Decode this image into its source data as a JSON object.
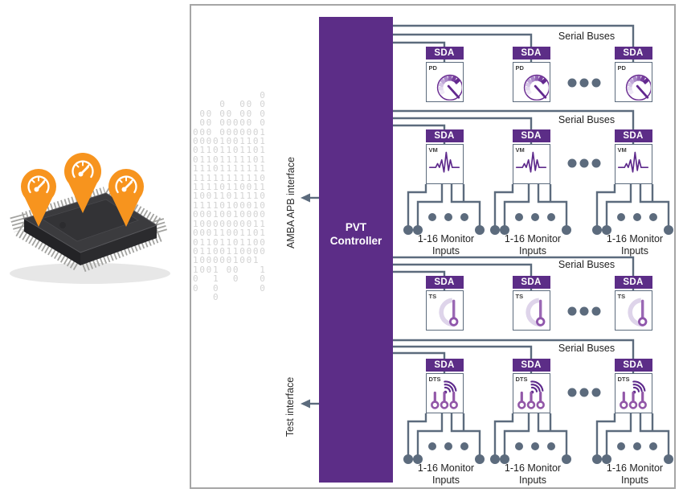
{
  "colors": {
    "purple": "#5c2d87",
    "wire": "#5c6b7d",
    "orange": "#f7941e",
    "icon_dark_purple": "#63298f",
    "icon_mid_purple": "#9257a8",
    "icon_light_purple": "#ded4ea",
    "binary_gray": "#d3d3d3"
  },
  "controller": {
    "line1": "PVT",
    "line2": "Controller"
  },
  "interfaces": {
    "amba": "AMBA APB interface",
    "test": "Test interface"
  },
  "labels": {
    "serial_buses": "Serial Buses",
    "sda": "SDA",
    "monitor_inputs_line1": "1-16 Monitor",
    "monitor_inputs_line2": "Inputs"
  },
  "sensor_rows": [
    {
      "type": "PD",
      "has_monitor_inputs": false
    },
    {
      "type": "VM",
      "has_monitor_inputs": true
    },
    {
      "type": "TS",
      "has_monitor_inputs": false
    },
    {
      "type": "DTS",
      "has_monitor_inputs": true
    }
  ],
  "binary_pattern": [
    "          0",
    "    0  00 0",
    " 00 00 00 0",
    " 00 00000 0",
    "000 0000001",
    "00001001101",
    "01101101101",
    "01101111101",
    "11101111111",
    "11111111110",
    "11110110011",
    "10011011110",
    "11110100010",
    "00010010000",
    "10000000011",
    "00011001101",
    "01101101100",
    "01100110000",
    "1000001001 ",
    "1001 00   1",
    "0  1  0   0",
    "0  0      0",
    "   0       "
  ]
}
